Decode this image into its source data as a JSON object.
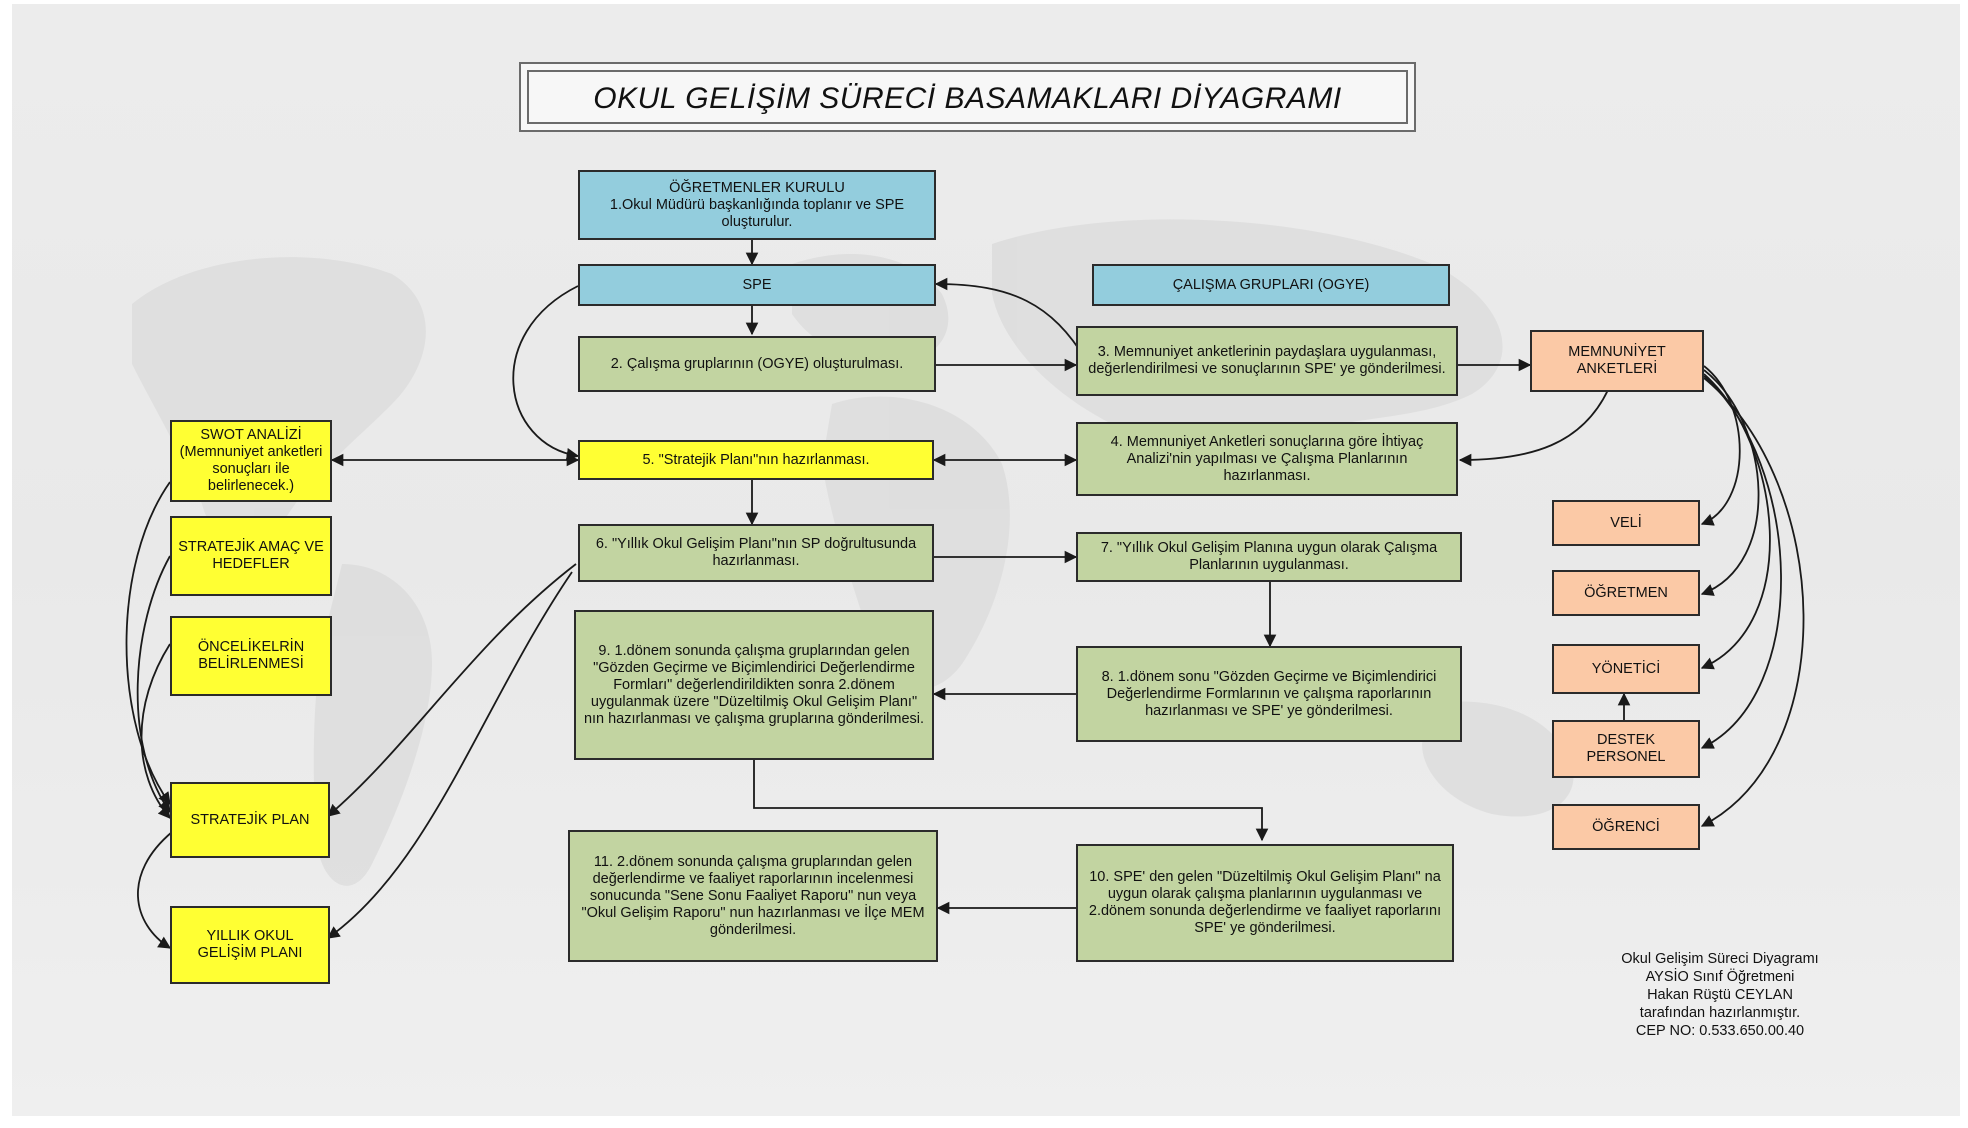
{
  "title": "OKUL GELİŞİM SÜRECİ BASAMAKLARI DİYAGRAMI",
  "nodes": {
    "ogretmenler_kurulu": "ÖĞRETMENLER KURULU\n1.Okul Müdürü başkanlığında toplanır ve SPE oluşturulur.",
    "spe": "SPE",
    "calisma_gruplari": "ÇALIŞMA GRUPLARI (OGYE)",
    "step2": "2. Çalışma gruplarının (OGYE) oluşturulması.",
    "step3": "3. Memnuniyet anketlerinin paydaşlara uygulanması, değerlendirilmesi ve sonuçlarının SPE' ye gönderilmesi.",
    "memnuniyet_anketleri": "MEMNUNİYET ANKETLERİ",
    "swot": "SWOT ANALİZİ (Memnuniyet anketleri sonuçları ile belirlenecek.)",
    "step5": "5. \"Stratejik Planı\"nın hazırlanması.",
    "step4": "4. Memnuniyet Anketleri sonuçlarına göre İhtiyaç Analizi'nin yapılması ve Çalışma Planlarının hazırlanması.",
    "stratejik_amac": "STRATEJİK AMAÇ VE HEDEFLER",
    "step6": "6. \"Yıllık Okul Gelişim Planı\"nın SP doğrultusunda hazırlanması.",
    "step7": "7. \"Yıllık Okul Gelişim Planına uygun olarak Çalışma Planlarının uygulanması.",
    "veli": "VELİ",
    "ogretmen": "ÖĞRETMEN",
    "oncelikler": "ÖNCELİKELRİN BELİRLENMESİ",
    "step9": "9. 1.dönem sonunda çalışma gruplarından gelen \"Gözden Geçirme ve Biçimlendirici Değerlendirme Formları\" değerlendirildikten sonra 2.dönem uygulanmak üzere \"Düzeltilmiş Okul Gelişim Planı\" nın hazırlanması ve çalışma gruplarına gönderilmesi.",
    "step8": "8. 1.dönem sonu \"Gözden Geçirme ve Biçimlendirici Değerlendirme Formlarının ve çalışma raporlarının hazırlanması ve SPE' ye gönderilmesi.",
    "yonetici": "YÖNETİCİ",
    "destek_personel": "DESTEK PERSONEL",
    "stratejik_plan": "STRATEJİK PLAN",
    "ogrenci": "ÖĞRENCİ",
    "step11": "11. 2.dönem sonunda çalışma gruplarından gelen değerlendirme ve faaliyet raporlarının incelenmesi sonucunda \"Sene Sonu Faaliyet Raporu\" nun veya \"Okul Gelişim Raporu\" nun hazırlanması ve İlçe MEM gönderilmesi.",
    "step10": "10. SPE' den gelen \"Düzeltilmiş Okul Gelişim Planı\" na uygun olarak çalışma planlarının uygulanması ve 2.dönem sonunda değerlendirme ve faaliyet raporlarını SPE' ye gönderilmesi.",
    "yillik_plan": "YILLIK OKUL GELİŞİM PLANI"
  },
  "credit": [
    "Okul Gelişim Süreci Diyagramı",
    "AYSİO Sınıf Öğretmeni",
    "Hakan Rüştü CEYLAN",
    "tarafından hazırlanmıştır.",
    "CEP NO: 0.533.650.00.40"
  ],
  "colors": {
    "blue": "#93cddd",
    "green": "#c2d4a1",
    "yellow": "#ffff33",
    "peach": "#fbc9a6",
    "line": "#1a1a1a"
  }
}
